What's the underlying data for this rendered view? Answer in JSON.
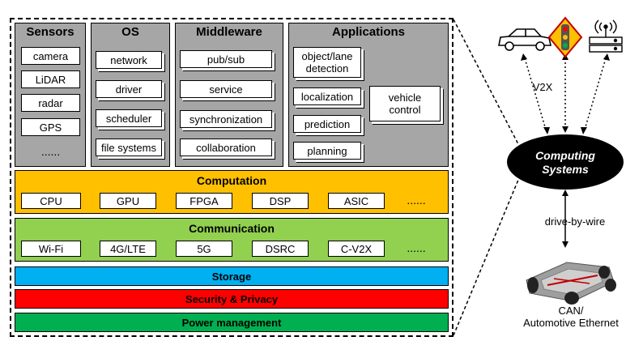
{
  "columns": {
    "sensors": {
      "title": "Sensors",
      "items": [
        "camera",
        "LiDAR",
        "radar",
        "GPS",
        "......"
      ]
    },
    "os": {
      "title": "OS",
      "items": [
        "network",
        "driver",
        "scheduler",
        "file systems"
      ]
    },
    "middleware": {
      "title": "Middleware",
      "items": [
        "pub/sub",
        "service",
        "synchronization",
        "collaboration"
      ]
    },
    "applications": {
      "title": "Applications",
      "items": [
        "object/lane detection",
        "localization",
        "prediction",
        "planning"
      ],
      "side": "vehicle control"
    }
  },
  "computation": {
    "title": "Computation",
    "items": [
      "CPU",
      "GPU",
      "FPGA",
      "DSP",
      "ASIC",
      "......"
    ],
    "color": "#ffc000"
  },
  "communication": {
    "title": "Communication",
    "items": [
      "Wi-Fi",
      "4G/LTE",
      "5G",
      "DSRC",
      "C-V2X",
      "......"
    ],
    "color": "#92d050"
  },
  "storage": {
    "title": "Storage",
    "color": "#00b0f0"
  },
  "security": {
    "title": "Security & Privacy",
    "color": "#ff0000"
  },
  "power": {
    "title": "Power management",
    "color": "#00b050"
  },
  "external": {
    "computing_systems": "Computing Systems",
    "v2x": "V2X",
    "drive_by_wire": "drive-by-wire",
    "can_line1": "CAN/",
    "can_line2": "Automotive Ethernet"
  }
}
